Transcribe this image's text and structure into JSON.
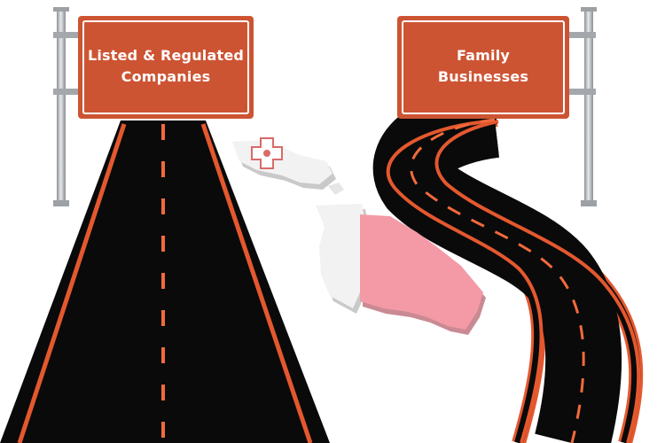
{
  "signs": {
    "left": {
      "line1": "Listed & Regulated",
      "line2": "Companies"
    },
    "right": {
      "line1": "Family",
      "line2": "Businesses"
    }
  },
  "colors": {
    "sign": "#cd5433",
    "sign_border": "#ffffff",
    "road": "#0a0a0a",
    "road_edge": "#e4582f",
    "lane_dash": "#f26a3c",
    "pole": "#b9bcc0",
    "map_white": "#f2f2f2",
    "map_shadow": "#c9c9c9",
    "map_red": "#f39aa6",
    "cross": "#d96a6a"
  },
  "icons": {
    "map": "malta-map-icon",
    "cross": "george-cross-icon"
  }
}
